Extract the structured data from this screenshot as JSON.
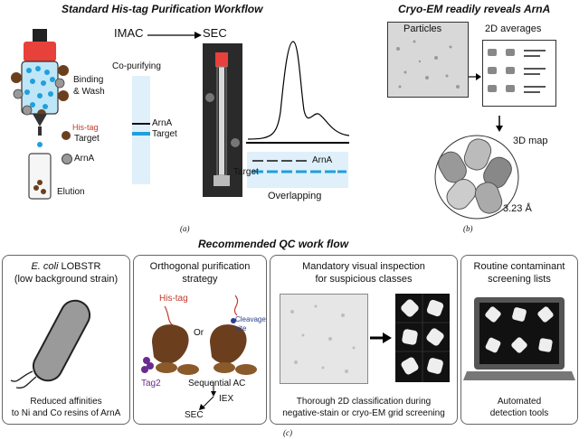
{
  "panel_a": {
    "title": "Standard His-tag Purification Workflow",
    "binding_wash": "Binding\n& Wash",
    "his_tag": "His-tag",
    "target": "Target",
    "arna": "ArnA",
    "elution": "Elution",
    "imac": "IMAC",
    "sec": "SEC",
    "co_purifying": "Co-purifying",
    "band_arna": "ArnA",
    "band_target": "Target",
    "gel_arna": "ArnA",
    "gel_target": "Target",
    "overlapping": "Overlapping",
    "label": "(a)"
  },
  "panel_b": {
    "title": "Cryo-EM readily reveals ArnA",
    "particles": "Particles",
    "averages": "2D averages",
    "map3d": "3D map",
    "resolution": "3.23 Å",
    "label": "(b)"
  },
  "panel_c": {
    "title": "Recommended QC work flow",
    "box1_title_italic": "E. coli",
    "box1_title_rest": " LOBSTR",
    "box1_subtitle": "(low background strain)",
    "box1_footer1": "Reduced affinities",
    "box1_footer2": "to Ni and Co resins of ArnA",
    "box2_title1": "Orthogonal purification",
    "box2_title2": "strategy",
    "his_tag": "His-tag",
    "cleavage": "Cleavage\nsite",
    "or": "Or",
    "tag2": "Tag2",
    "seq_ac": "Sequential AC",
    "iex": "IEX",
    "sec": "SEC",
    "box3_title1": "Mandatory visual inspection",
    "box3_title2": "for suspicious classes",
    "box3_footer1": "Thorough 2D classification during",
    "box3_footer2": "negative-stain or cryo-EM grid screening",
    "box4_title1": "Routine contaminant",
    "box4_title2": "screening lists",
    "box4_footer1": "Automated",
    "box4_footer2": "detection tools",
    "label": "(c)"
  },
  "colors": {
    "column_red": "#e8403a",
    "band_blue": "#1fa0dc",
    "gel_bg": "#dff0fb",
    "protein_brown": "#6b3f1e",
    "tag_purple": "#6a2c8e"
  }
}
